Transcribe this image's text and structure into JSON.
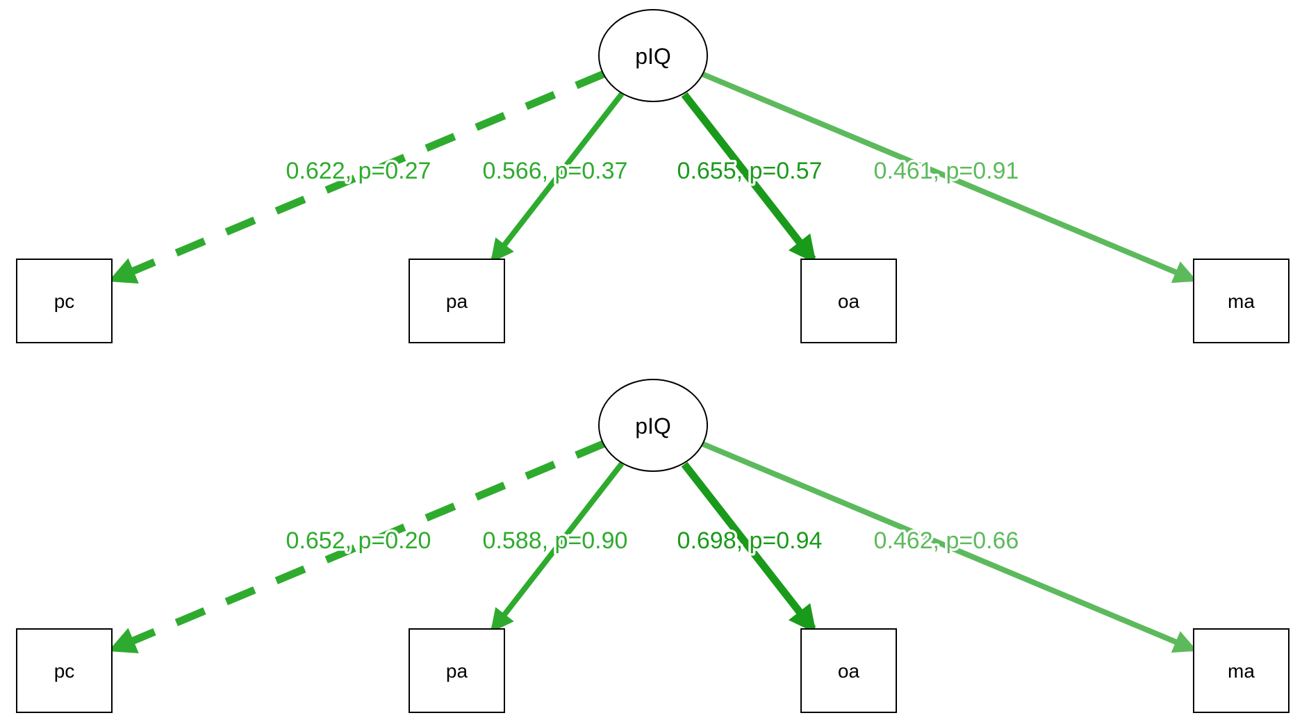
{
  "colors": {
    "background": "#ffffff",
    "node_stroke": "#000000",
    "dark_green": "#1a9a1a",
    "mid_green": "#2eab2e",
    "light_green": "#5cba5c"
  },
  "panels": [
    {
      "latent": "pIQ",
      "indicators": [
        "pc",
        "pa",
        "oa",
        "ma"
      ],
      "edges": [
        {
          "to": "pc",
          "estimate": "0.622",
          "p": "0.27",
          "label": "0.622, p=0.27",
          "dashed": true
        },
        {
          "to": "pa",
          "estimate": "0.566",
          "p": "0.37",
          "label": "0.566, p=0.37",
          "dashed": false
        },
        {
          "to": "oa",
          "estimate": "0.655",
          "p": "0.57",
          "label": "0.655, p=0.57",
          "dashed": false
        },
        {
          "to": "ma",
          "estimate": "0.461",
          "p": "0.91",
          "label": "0.461, p=0.91",
          "dashed": false
        }
      ]
    },
    {
      "latent": "pIQ",
      "indicators": [
        "pc",
        "pa",
        "oa",
        "ma"
      ],
      "edges": [
        {
          "to": "pc",
          "estimate": "0.652",
          "p": "0.20",
          "label": "0.652, p=0.20",
          "dashed": true
        },
        {
          "to": "pa",
          "estimate": "0.588",
          "p": "0.90",
          "label": "0.588, p=0.90",
          "dashed": false
        },
        {
          "to": "oa",
          "estimate": "0.698",
          "p": "0.94",
          "label": "0.698, p=0.94",
          "dashed": false
        },
        {
          "to": "ma",
          "estimate": "0.462",
          "p": "0.66",
          "label": "0.462, p=0.66",
          "dashed": false
        }
      ]
    }
  ]
}
